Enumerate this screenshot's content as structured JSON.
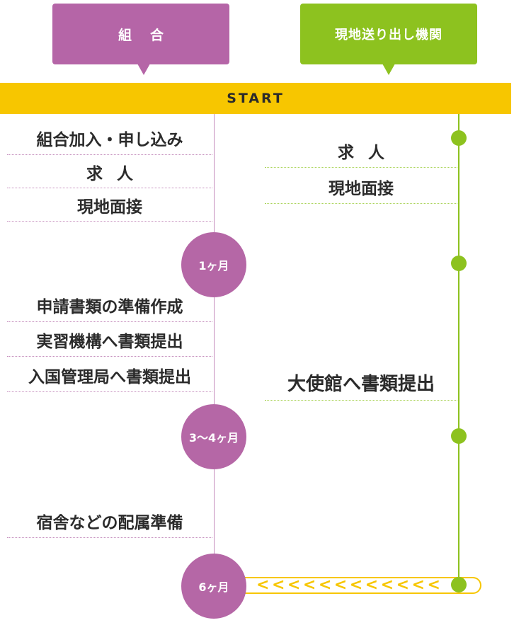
{
  "headers": {
    "kumiai": "組合",
    "local_agency": "現地送り出し機関"
  },
  "start_label": "START",
  "milestones": [
    "1ヶ月",
    "3～4ヶ月",
    "6ヶ月"
  ],
  "kumiai_items": [
    "組合加入・申し込み",
    "求人",
    "現地面接",
    "申請書類の準備作成",
    "実習機構へ書類提出",
    "入国管理局へ書類提出",
    "宿舎などの配属準備"
  ],
  "agency_items": [
    "求人",
    "現地面接",
    "大使館へ書類提出"
  ],
  "colors": {
    "purple": "#b567a6",
    "green": "#8dc21f",
    "yellow": "#f7c600"
  }
}
